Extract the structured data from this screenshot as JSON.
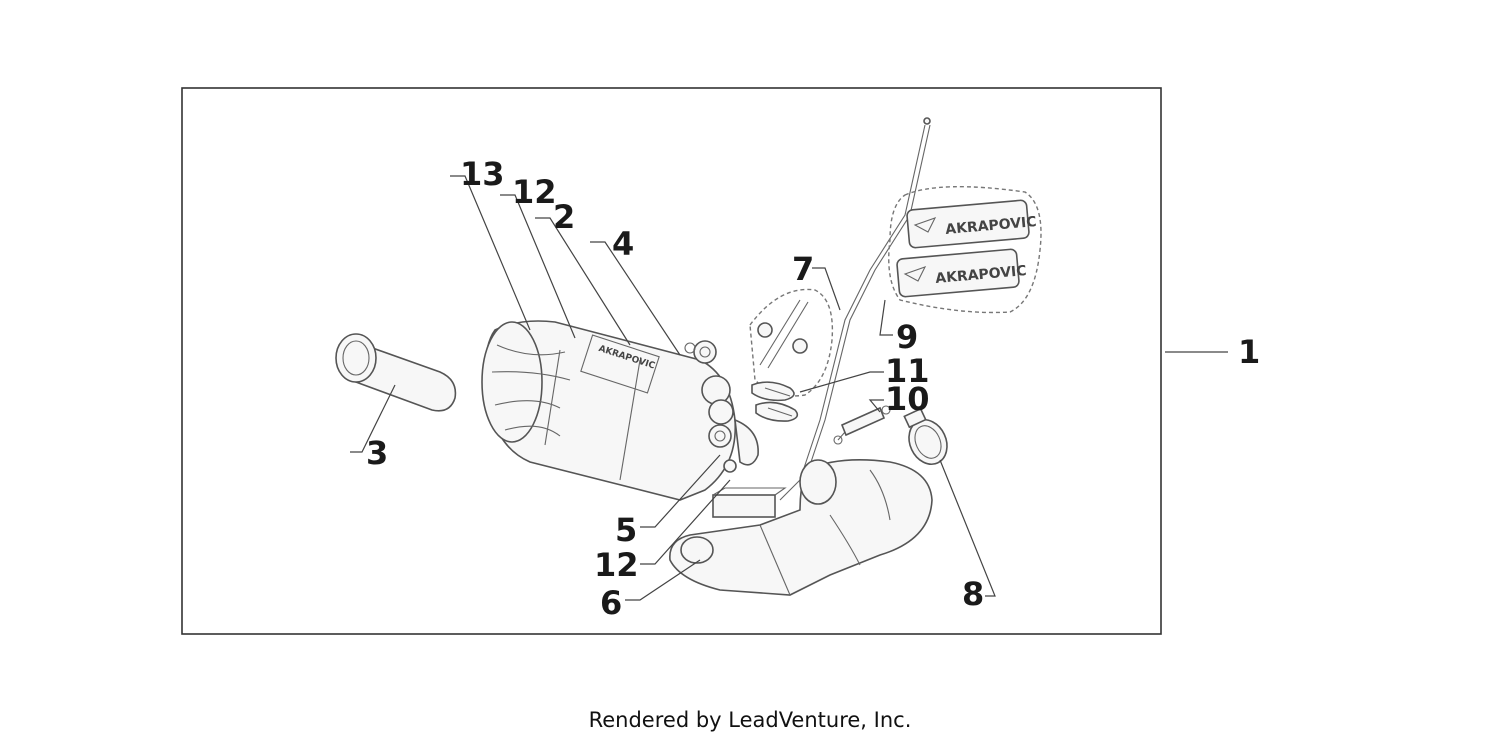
{
  "callouts": {
    "c1": "1",
    "c2": "2",
    "c3": "3",
    "c4": "4",
    "c5": "5",
    "c6": "6",
    "c7": "7",
    "c8": "8",
    "c9": "9",
    "c10": "10",
    "c11": "11",
    "c12a": "12",
    "c12b": "12",
    "c13": "13"
  },
  "decals": {
    "brand_top": "AKRAPOVIC",
    "brand_bottom": "AKRAPOVIC"
  },
  "footer": {
    "credit": "Rendered by LeadVenture, Inc."
  },
  "colors": {
    "line": "#555555",
    "frame": "#333333",
    "text": "#1a1a1a"
  }
}
